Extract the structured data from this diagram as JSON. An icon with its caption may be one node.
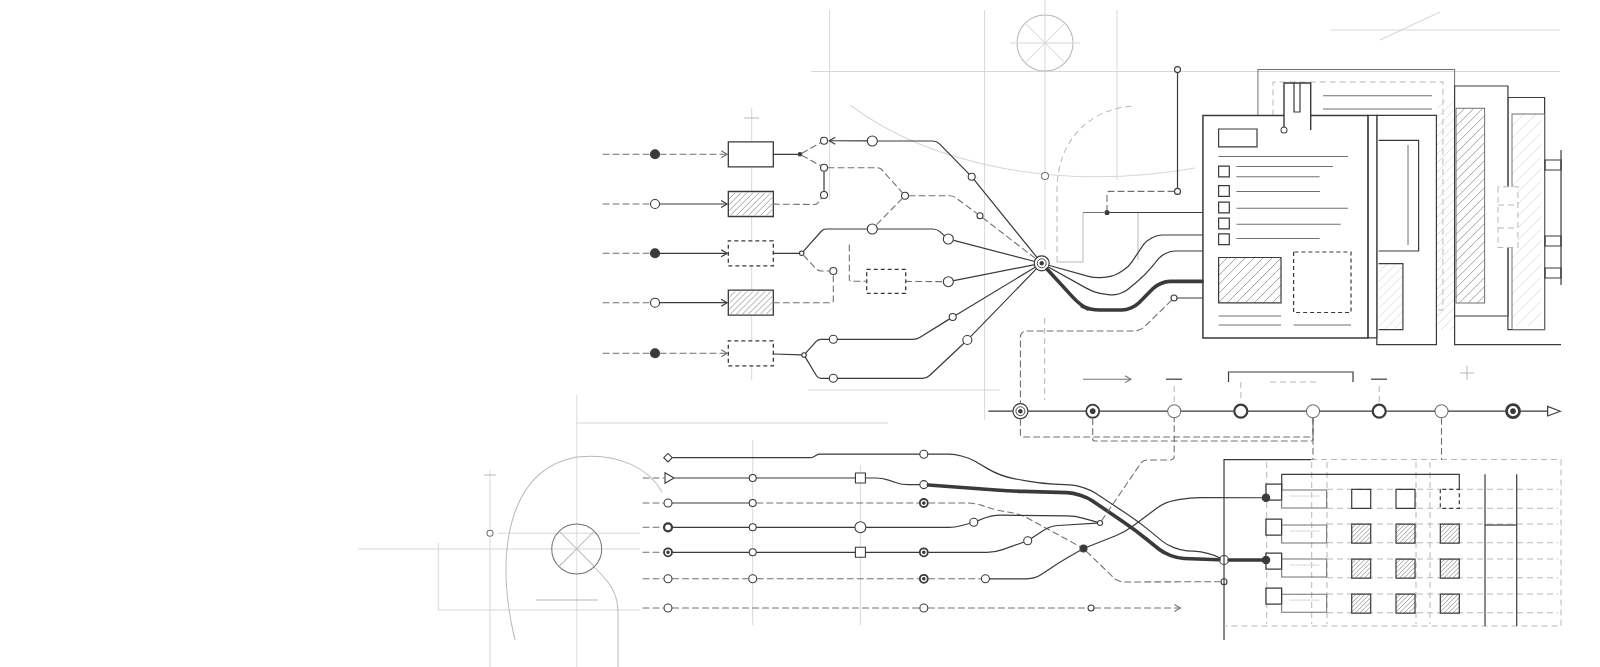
{
  "diagram": {
    "nodes": [
      {
        "text": [],
        "shape": "dot"
      },
      {
        "text": [],
        "shape": "circle"
      },
      {
        "text": [],
        "shape": "dot"
      },
      {
        "text": [],
        "shape": "circle"
      },
      {
        "text": [],
        "shape": "dot"
      },
      {
        "text": [],
        "shape": "box"
      },
      {
        "text": [],
        "shape": "box"
      },
      {
        "text": [],
        "shape": "box"
      },
      {
        "text": [],
        "shape": "box"
      },
      {
        "text": [],
        "shape": "box"
      },
      {
        "text": [],
        "shape": "dot"
      },
      {
        "text": [],
        "shape": "circle"
      },
      {
        "text": [],
        "shape": "circle"
      },
      {
        "text": [],
        "shape": "circle"
      },
      {
        "text": [],
        "shape": "circle"
      },
      {
        "text": [],
        "shape": "circle"
      },
      {
        "text": [],
        "shape": "circle"
      },
      {
        "text": [],
        "shape": "circle"
      },
      {
        "text": [],
        "shape": "circle"
      },
      {
        "text": [],
        "shape": "circle"
      },
      {
        "text": [],
        "shape": "circle"
      },
      {
        "text": [],
        "shape": "circle"
      },
      {
        "text": [],
        "shape": "box"
      },
      {
        "text": [],
        "shape": "circle"
      },
      {
        "text": [],
        "shape": "circle"
      },
      {
        "text": [],
        "shape": "circle"
      },
      {
        "text": [],
        "shape": "circle"
      },
      {
        "text": [],
        "shape": "circle"
      },
      {
        "text": [],
        "shape": "circle"
      },
      {
        "text": [],
        "shape": "circle"
      },
      {
        "text": [],
        "shape": "document"
      },
      {
        "text": [],
        "shape": "circle"
      },
      {
        "text": [],
        "shape": "circle"
      },
      {
        "text": [],
        "shape": "circle"
      },
      {
        "text": [],
        "shape": "circle"
      },
      {
        "text": [],
        "shape": "circle"
      },
      {
        "text": [],
        "shape": "circle"
      },
      {
        "text": [],
        "shape": "circle"
      },
      {
        "text": [],
        "shape": "circle"
      },
      {
        "text": [],
        "shape": "circle"
      },
      {
        "text": [],
        "shape": "diamond"
      },
      {
        "text": [],
        "shape": "circle"
      },
      {
        "text": [],
        "shape": "triangle"
      },
      {
        "text": [],
        "shape": "circle"
      },
      {
        "text": [],
        "shape": "square"
      },
      {
        "text": [],
        "shape": "circle"
      },
      {
        "text": [],
        "shape": "circle"
      },
      {
        "text": [],
        "shape": "circle"
      },
      {
        "text": [],
        "shape": "circle"
      },
      {
        "text": [],
        "shape": "circle"
      },
      {
        "text": [],
        "shape": "circle"
      },
      {
        "text": [],
        "shape": "circle"
      },
      {
        "text": [],
        "shape": "circle"
      },
      {
        "text": [],
        "shape": "circle"
      },
      {
        "text": [],
        "shape": "circle"
      },
      {
        "text": [],
        "shape": "square"
      },
      {
        "text": [],
        "shape": "circle"
      },
      {
        "text": [],
        "shape": "circle"
      },
      {
        "text": [],
        "shape": "circle"
      },
      {
        "text": [],
        "shape": "circle"
      },
      {
        "text": [],
        "shape": "circle"
      },
      {
        "text": [],
        "shape": "circle"
      },
      {
        "text": [],
        "shape": "circle"
      },
      {
        "text": [],
        "shape": "circle"
      },
      {
        "text": [],
        "shape": "circle"
      },
      {
        "text": [],
        "shape": "circle"
      },
      {
        "text": [],
        "shape": "dot"
      },
      {
        "text": [],
        "shape": "circle"
      },
      {
        "text": [],
        "shape": "circle"
      },
      {
        "text": [],
        "shape": "grid"
      },
      {
        "text": [],
        "shape": "box",
        "in": 69
      },
      {
        "text": [],
        "shape": "box",
        "in": 69
      },
      {
        "text": [],
        "shape": "box",
        "in": 69
      },
      {
        "text": [],
        "shape": "box",
        "in": 69
      },
      {
        "text": [],
        "shape": "circle"
      },
      {
        "text": [],
        "shape": "circle"
      },
      {
        "text": [],
        "shape": "dot"
      },
      {
        "text": [],
        "shape": "dot",
        "in": 69
      },
      {
        "text": [],
        "shape": "dot",
        "in": 69
      }
    ],
    "edges": [
      {
        "from": null,
        "to": 0,
        "arrow": "none",
        "style": "dashed"
      },
      {
        "from": null,
        "to": 1,
        "arrow": "none",
        "style": "dashed"
      },
      {
        "from": null,
        "to": 2,
        "arrow": "none",
        "style": "dashed"
      },
      {
        "from": null,
        "to": 3,
        "arrow": "none",
        "style": "dashed"
      },
      {
        "from": null,
        "to": 4,
        "arrow": "none",
        "style": "dashed"
      },
      {
        "from": 0,
        "to": 5,
        "arrow": "to",
        "style": "dashed"
      },
      {
        "from": 1,
        "to": 6,
        "arrow": "to"
      },
      {
        "from": 2,
        "to": 7,
        "arrow": "to"
      },
      {
        "from": 3,
        "to": 8,
        "arrow": "to"
      },
      {
        "from": 4,
        "to": 9,
        "arrow": "to",
        "style": "dashed"
      },
      {
        "from": 5,
        "to": 10,
        "arrow": "none"
      },
      {
        "from": 10,
        "to": 11,
        "arrow": "none",
        "style": "dashed"
      },
      {
        "from": 10,
        "to": 12,
        "arrow": "none",
        "style": "dashed"
      },
      {
        "from": 6,
        "to": 13,
        "arrow": "none",
        "style": "dashed"
      },
      {
        "from": 13,
        "to": 12,
        "arrow": "none"
      },
      {
        "from": 14,
        "to": 11,
        "arrow": "to"
      },
      {
        "from": 14,
        "to": 15,
        "arrow": "none"
      },
      {
        "from": 15,
        "to": 29,
        "arrow": "none"
      },
      {
        "from": 12,
        "to": 16,
        "arrow": "none",
        "style": "dashed"
      },
      {
        "from": 16,
        "to": 17,
        "arrow": "none",
        "style": "dashed"
      },
      {
        "from": 17,
        "to": 29,
        "arrow": "none",
        "style": "dashed"
      },
      {
        "from": 16,
        "to": 18,
        "arrow": "none",
        "style": "dashed"
      },
      {
        "from": 7,
        "to": 19,
        "arrow": "none"
      },
      {
        "from": 19,
        "to": 18,
        "arrow": "none"
      },
      {
        "from": 18,
        "to": 20,
        "arrow": "none"
      },
      {
        "from": 20,
        "to": 29,
        "arrow": "none"
      },
      {
        "from": 19,
        "to": 21,
        "arrow": "none",
        "style": "dashed"
      },
      {
        "from": 8,
        "to": 21,
        "arrow": "none",
        "style": "dashed"
      },
      {
        "from": null,
        "to": 22,
        "arrow": "none",
        "style": "dashed"
      },
      {
        "from": 22,
        "to": 23,
        "arrow": "none",
        "style": "dashed"
      },
      {
        "from": 23,
        "to": 29,
        "arrow": "none"
      },
      {
        "from": 9,
        "to": 24,
        "arrow": "none"
      },
      {
        "from": 24,
        "to": 25,
        "arrow": "none"
      },
      {
        "from": 24,
        "to": 27,
        "arrow": "none"
      },
      {
        "from": 25,
        "to": 26,
        "arrow": "none"
      },
      {
        "from": 26,
        "to": 29,
        "arrow": "none"
      },
      {
        "from": 27,
        "to": 28,
        "arrow": "none"
      },
      {
        "from": 28,
        "to": 29,
        "arrow": "none"
      },
      {
        "from": 29,
        "to": 30,
        "arrow": "none"
      },
      {
        "from": 29,
        "to": 30,
        "arrow": "none"
      },
      {
        "from": 29,
        "to": 30,
        "arrow": "none",
        "style": "thick"
      },
      {
        "from": 31,
        "to": 30,
        "arrow": "none"
      },
      {
        "from": 31,
        "to": 32,
        "arrow": "none",
        "style": "dashed"
      },
      {
        "from": 74,
        "to": 75,
        "arrow": "none"
      },
      {
        "from": 75,
        "to": 76,
        "arrow": "none",
        "style": "dashed"
      },
      {
        "from": 76,
        "to": 30,
        "arrow": "none"
      },
      {
        "from": null,
        "to": 32,
        "arrow": "none"
      },
      {
        "from": 32,
        "to": 33,
        "arrow": "none"
      },
      {
        "from": 33,
        "to": 34,
        "arrow": "none"
      },
      {
        "from": 34,
        "to": 35,
        "arrow": "none"
      },
      {
        "from": 35,
        "to": 36,
        "arrow": "none"
      },
      {
        "from": 36,
        "to": 37,
        "arrow": "none"
      },
      {
        "from": 37,
        "to": 38,
        "arrow": "none"
      },
      {
        "from": 38,
        "to": 39,
        "arrow": "none"
      },
      {
        "from": 39,
        "to": null,
        "arrow": "to"
      },
      {
        "from": 40,
        "to": 41,
        "arrow": "none"
      },
      {
        "from": null,
        "to": 42,
        "arrow": "none",
        "style": "dashed"
      },
      {
        "from": 42,
        "to": 43,
        "arrow": "none"
      },
      {
        "from": 43,
        "to": 44,
        "arrow": "none"
      },
      {
        "from": 44,
        "to": 45,
        "arrow": "none"
      },
      {
        "from": 45,
        "to": 67,
        "arrow": "none",
        "style": "thick"
      },
      {
        "from": 41,
        "to": 67,
        "arrow": "none"
      },
      {
        "from": null,
        "to": 46,
        "arrow": "none",
        "style": "dashed"
      },
      {
        "from": 46,
        "to": 47,
        "arrow": "none"
      },
      {
        "from": 47,
        "to": 48,
        "arrow": "none",
        "style": "dashed"
      },
      {
        "from": 48,
        "to": 66,
        "arrow": "none",
        "style": "dashed"
      },
      {
        "from": 66,
        "to": 68,
        "arrow": "none",
        "style": "dashed"
      },
      {
        "from": null,
        "to": 49,
        "arrow": "none",
        "style": "dashed"
      },
      {
        "from": 49,
        "to": 50,
        "arrow": "none"
      },
      {
        "from": 50,
        "to": 51,
        "arrow": "none"
      },
      {
        "from": 51,
        "to": 52,
        "arrow": "none"
      },
      {
        "from": 52,
        "to": 65,
        "arrow": "none"
      },
      {
        "from": null,
        "to": 53,
        "arrow": "none",
        "style": "dashed"
      },
      {
        "from": 53,
        "to": 54,
        "arrow": "none"
      },
      {
        "from": 54,
        "to": 55,
        "arrow": "none"
      },
      {
        "from": 55,
        "to": 56,
        "arrow": "none"
      },
      {
        "from": 56,
        "to": 57,
        "arrow": "none"
      },
      {
        "from": 57,
        "to": 65,
        "arrow": "none"
      },
      {
        "from": 65,
        "to": 34,
        "arrow": "none",
        "style": "dashed"
      },
      {
        "from": null,
        "to": 58,
        "arrow": "none",
        "style": "dashed"
      },
      {
        "from": 58,
        "to": 59,
        "arrow": "none",
        "style": "dashed"
      },
      {
        "from": 59,
        "to": 60,
        "arrow": "none",
        "style": "dashed"
      },
      {
        "from": 60,
        "to": 61,
        "arrow": "none",
        "style": "dashed"
      },
      {
        "from": 61,
        "to": 66,
        "arrow": "none"
      },
      {
        "from": 66,
        "to": 77,
        "arrow": "none"
      },
      {
        "from": null,
        "to": 62,
        "arrow": "none",
        "style": "dashed"
      },
      {
        "from": 62,
        "to": 63,
        "arrow": "none",
        "style": "dashed"
      },
      {
        "from": 63,
        "to": 64,
        "arrow": "none",
        "style": "dashed"
      },
      {
        "from": 64,
        "to": null,
        "arrow": "to",
        "style": "dashed"
      },
      {
        "from": 67,
        "to": 78,
        "arrow": "none",
        "style": "thick"
      },
      {
        "from": 32,
        "to": 36,
        "arrow": "none",
        "style": "dashed"
      },
      {
        "from": 33,
        "to": 36,
        "arrow": "none",
        "style": "dashed"
      },
      {
        "from": 36,
        "to": 69,
        "arrow": "none",
        "style": "dashed"
      },
      {
        "from": 38,
        "to": 69,
        "arrow": "none",
        "style": "dashed"
      }
    ]
  }
}
